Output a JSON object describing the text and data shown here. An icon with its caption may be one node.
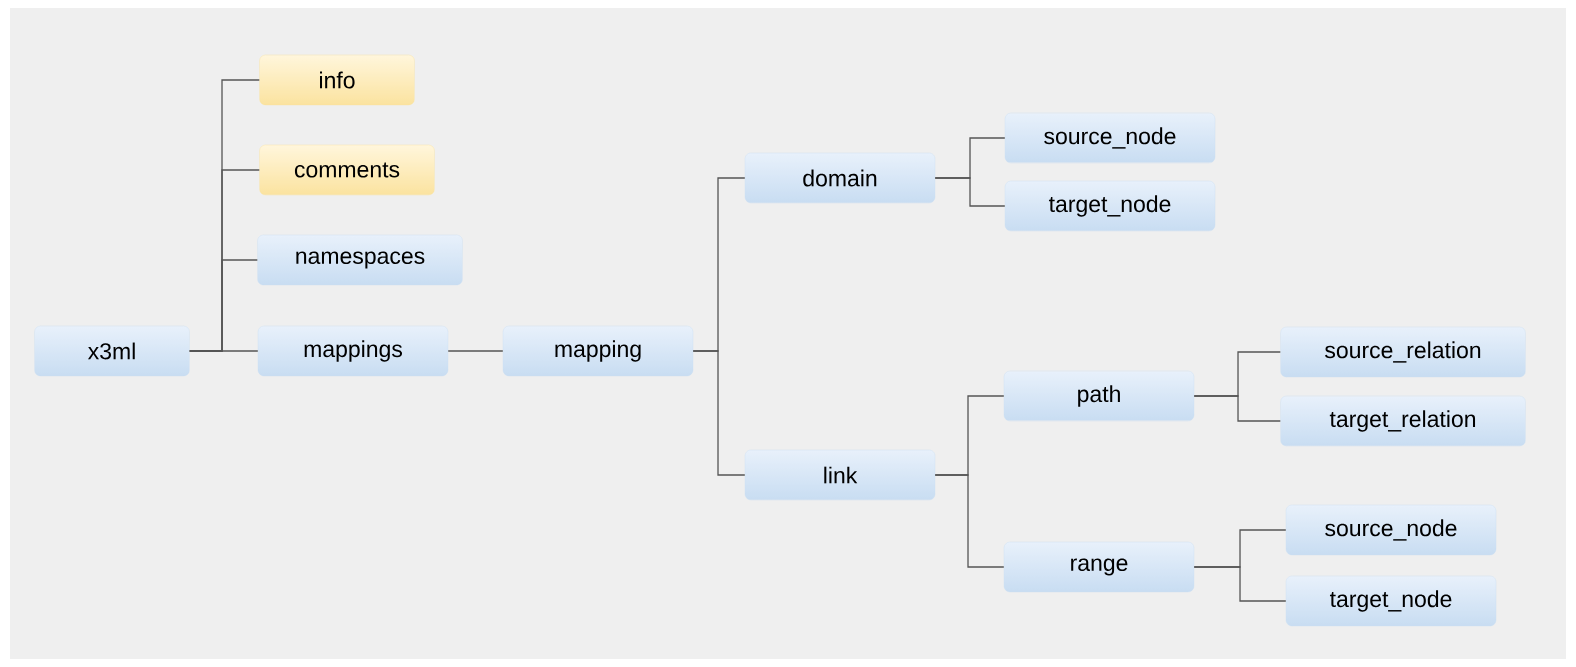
{
  "diagram": {
    "nodes": [
      {
        "text": [
          "x3ml"
        ]
      },
      {
        "text": [
          "info"
        ]
      },
      {
        "text": [
          "comments"
        ]
      },
      {
        "text": [
          "namespaces"
        ]
      },
      {
        "text": [
          "mappings"
        ]
      },
      {
        "text": [
          "mapping"
        ]
      },
      {
        "text": [
          "domain"
        ]
      },
      {
        "text": [
          "source_node"
        ]
      },
      {
        "text": [
          "target_node"
        ]
      },
      {
        "text": [
          "link"
        ]
      },
      {
        "text": [
          "path"
        ]
      },
      {
        "text": [
          "source_relation"
        ]
      },
      {
        "text": [
          "target_relation"
        ]
      },
      {
        "text": [
          "range"
        ]
      },
      {
        "text": [
          "source_node"
        ]
      },
      {
        "text": [
          "target_node"
        ]
      }
    ],
    "edges": [
      {
        "from": 0,
        "to": 1,
        "arrow": "none"
      },
      {
        "from": 0,
        "to": 2,
        "arrow": "none"
      },
      {
        "from": 0,
        "to": 3,
        "arrow": "none"
      },
      {
        "from": 0,
        "to": 4,
        "arrow": "none"
      },
      {
        "from": 4,
        "to": 5,
        "arrow": "none"
      },
      {
        "from": 5,
        "to": 6,
        "arrow": "none"
      },
      {
        "from": 5,
        "to": 9,
        "arrow": "none"
      },
      {
        "from": 6,
        "to": 7,
        "arrow": "none"
      },
      {
        "from": 6,
        "to": 8,
        "arrow": "none"
      },
      {
        "from": 9,
        "to": 10,
        "arrow": "none"
      },
      {
        "from": 9,
        "to": 13,
        "arrow": "none"
      },
      {
        "from": 10,
        "to": 11,
        "arrow": "none"
      },
      {
        "from": 10,
        "to": 12,
        "arrow": "none"
      },
      {
        "from": 13,
        "to": 14,
        "arrow": "none"
      },
      {
        "from": 13,
        "to": 15,
        "arrow": "none"
      }
    ]
  }
}
